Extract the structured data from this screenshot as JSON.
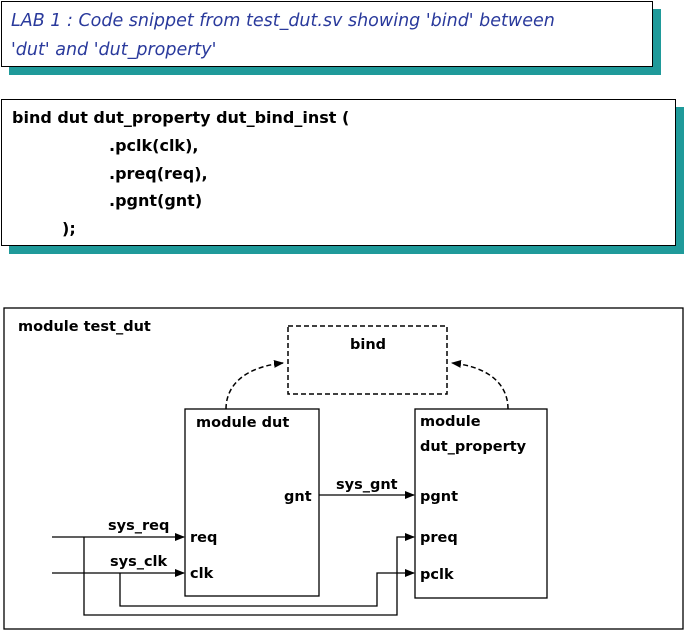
{
  "title": {
    "line1": "LAB 1 : Code snippet from test_dut.sv showing 'bind' between",
    "line2": "'dut' and 'dut_property'"
  },
  "code": {
    "lines": [
      "bind dut dut_property dut_bind_inst (",
      ".pclk(clk),",
      ".preq(req),",
      ".pgnt(gnt)",
      ");"
    ]
  },
  "diagram": {
    "outer_label": "module test_dut",
    "bind_label": "bind",
    "dut_label": "module dut",
    "prop_label_1": "module",
    "prop_label_2": "dut_property",
    "ports": {
      "gnt": "gnt",
      "req": "req",
      "clk": "clk",
      "pgnt": "pgnt",
      "preq": "preq",
      "pclk": "pclk"
    },
    "signals": {
      "sys_gnt": "sys_gnt",
      "sys_req": "sys_req",
      "sys_clk": "sys_clk"
    }
  },
  "colors": {
    "title_text": "#2a3a9c",
    "shadow": "#1f9a9a"
  }
}
